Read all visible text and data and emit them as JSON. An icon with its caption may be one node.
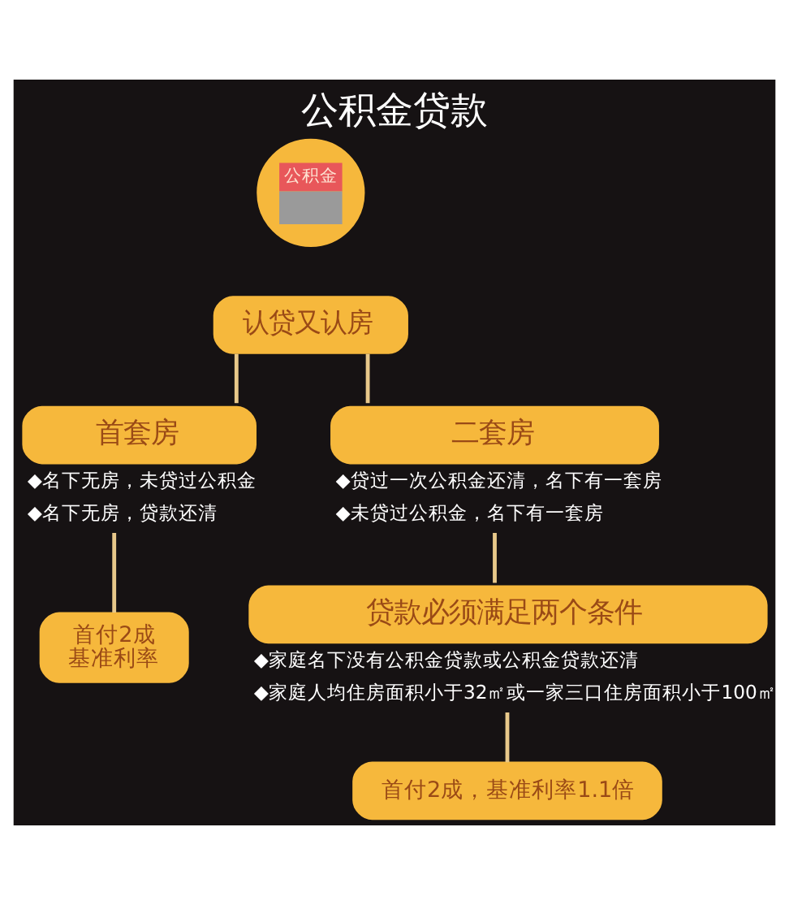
{
  "diagram": {
    "title": "公积金贷款",
    "nodes": [
      {
        "text": [
          "公积金"
        ]
      },
      {
        "text": [
          "认贷又认房"
        ]
      },
      {
        "text": [
          "首套房"
        ],
        "beside": [
          "◆名下无房，未贷过公积金",
          "◆名下无房，贷款还清"
        ]
      },
      {
        "text": [
          "二套房"
        ],
        "beside": [
          "◆贷过一次公积金还清，名下有一套房",
          "◆未贷过公积金，名下有一套房"
        ]
      },
      {
        "text": [
          "贷款必须满足两个条件"
        ],
        "beside": [
          "◆家庭名下没有公积金贷款或公积金贷款还清",
          "◆家庭人均住房面积小于32㎡或一家三口住房面积小于100㎡"
        ]
      },
      {
        "text": [
          "首付2成",
          "基准利率"
        ]
      },
      {
        "text": [
          "首付2成，基准利率1.1倍"
        ]
      }
    ],
    "edges": [
      {
        "from": 1,
        "to": 2,
        "arrow": "none"
      },
      {
        "from": 1,
        "to": 3,
        "arrow": "none"
      },
      {
        "from": 2,
        "to": 5,
        "arrow": "none"
      },
      {
        "from": 3,
        "to": 4,
        "arrow": "none"
      },
      {
        "from": 4,
        "to": 6,
        "arrow": "none"
      }
    ]
  }
}
